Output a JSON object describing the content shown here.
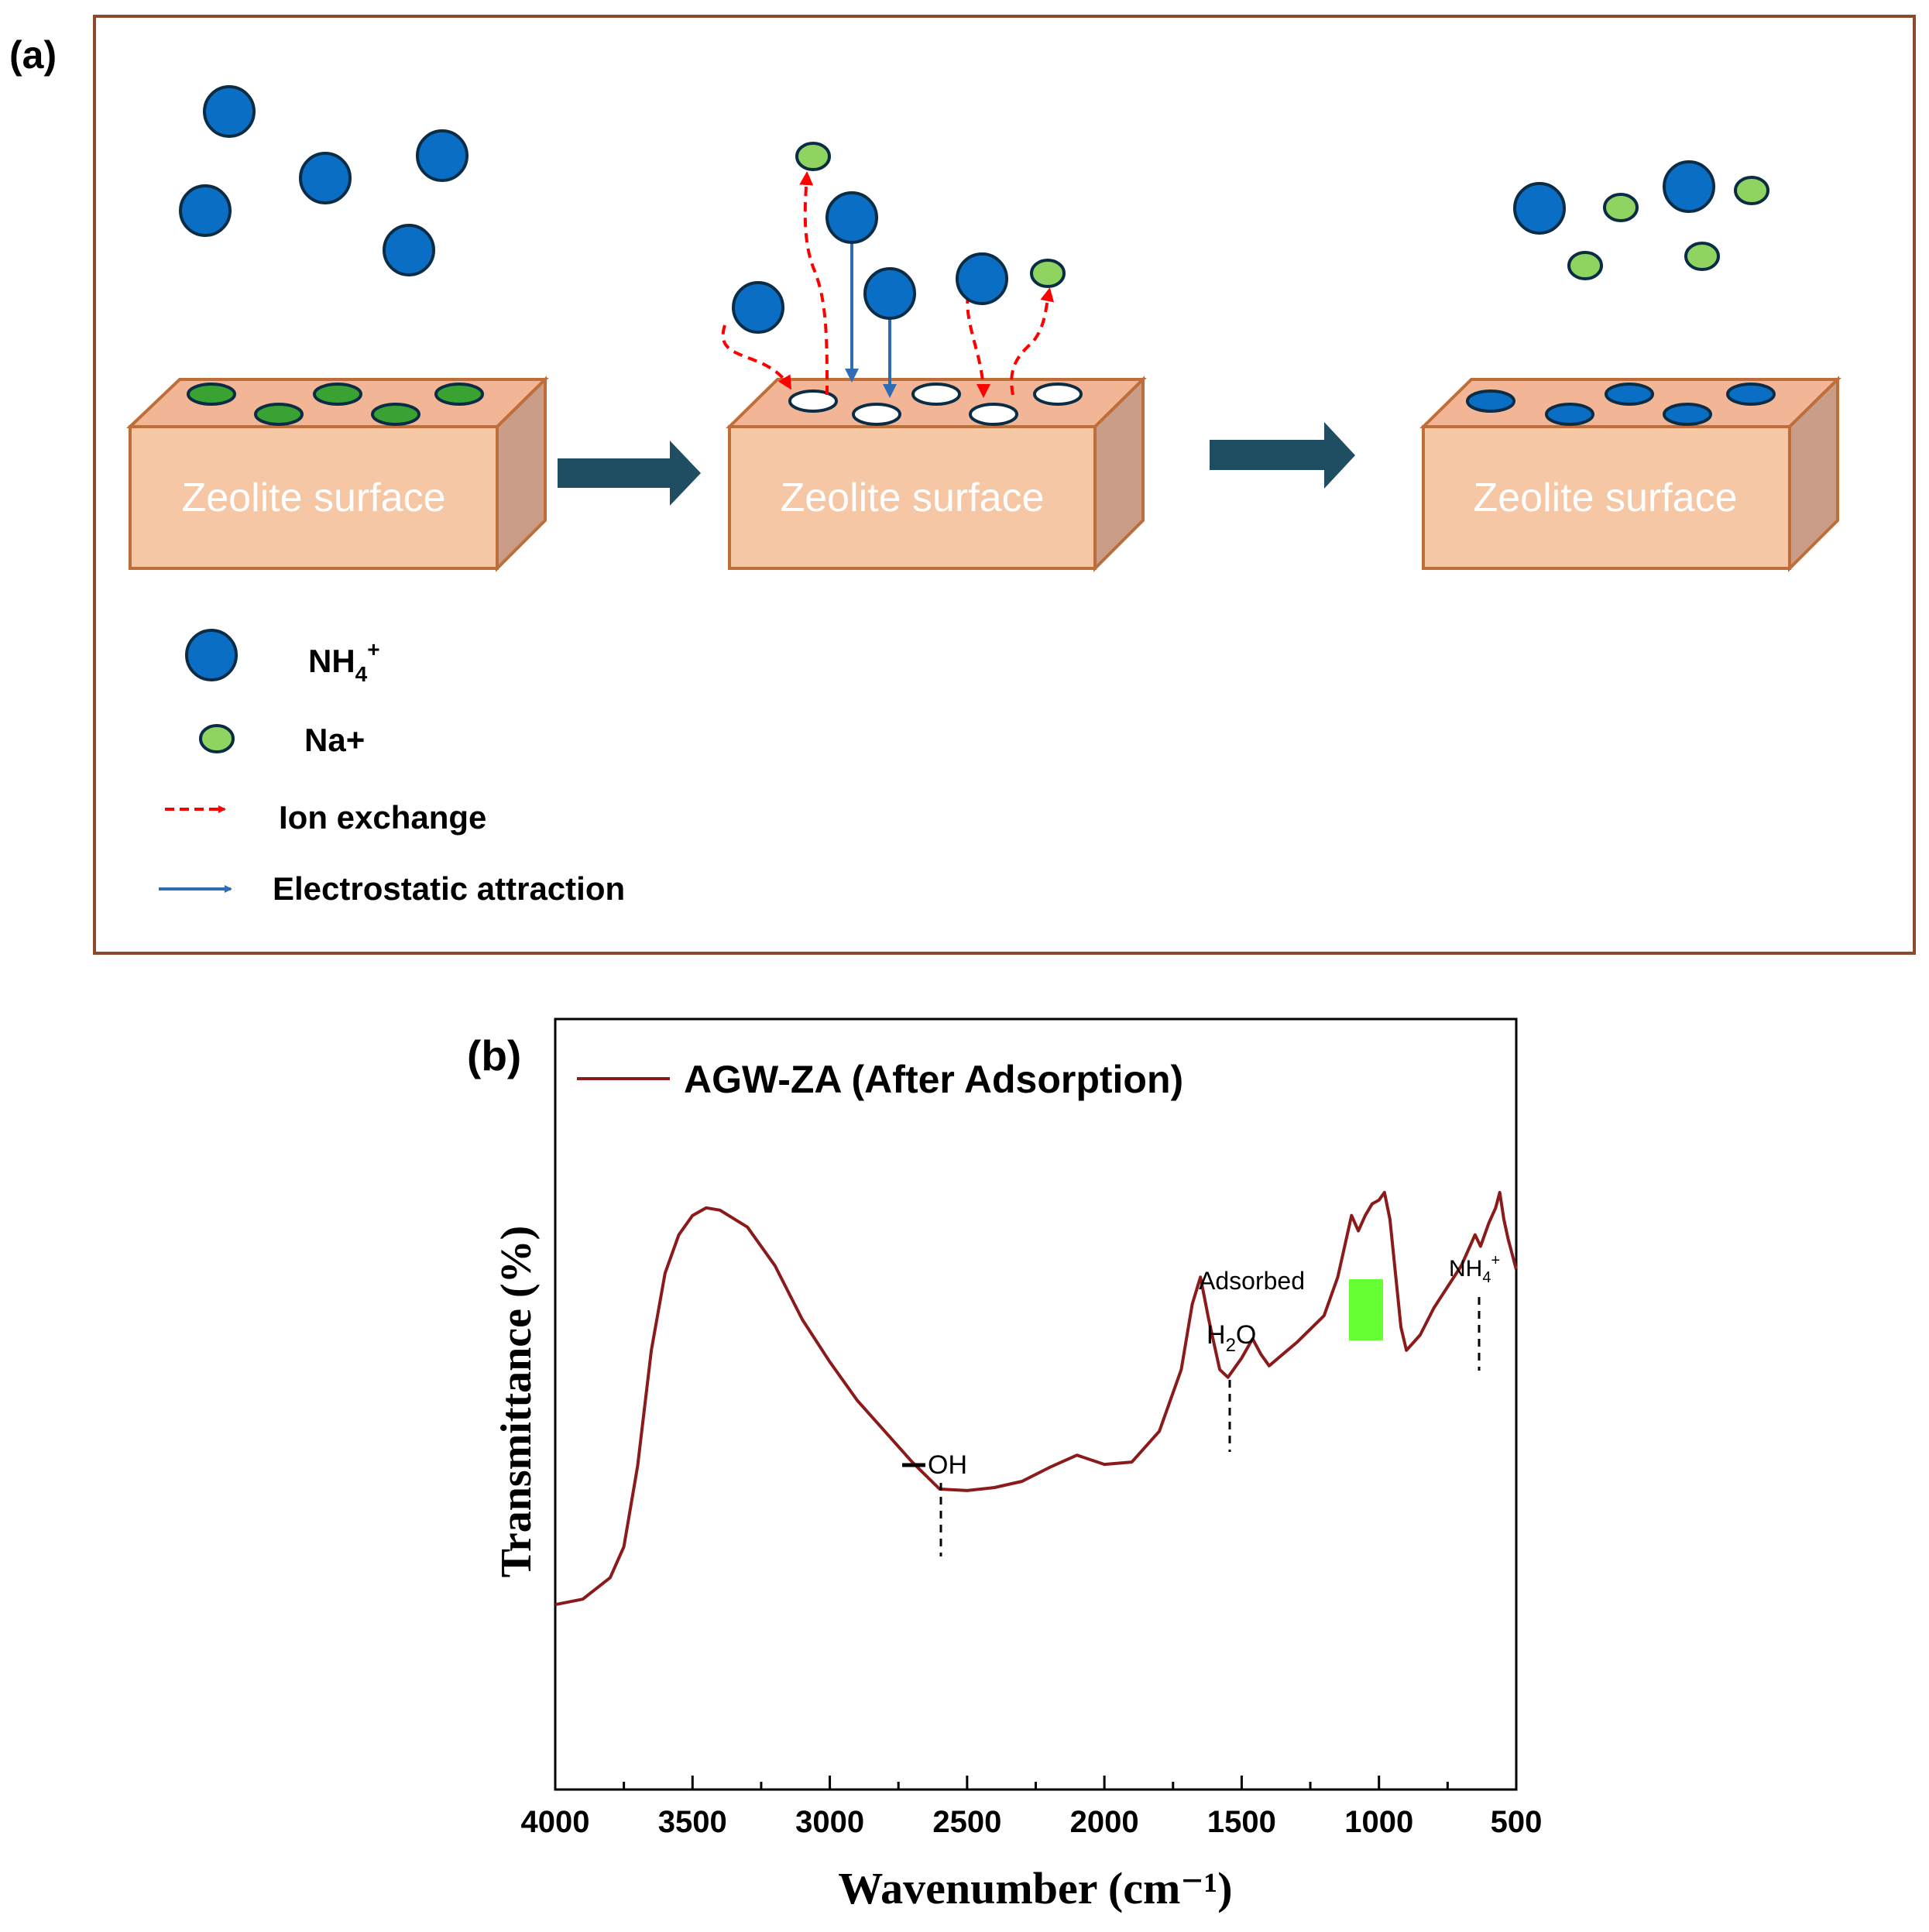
{
  "panel_a": {
    "label": "(a)",
    "surface_label": "Zeolite surface",
    "legend": {
      "nh4_main": "NH",
      "nh4_sub": "4",
      "nh4_sup": "+",
      "na": "Na+",
      "ion_exchange": "Ion exchange",
      "electrostatic": "Electrostatic attraction"
    },
    "colors": {
      "nh4_fill": "#0a6ec4",
      "na_fill": "#8fd460",
      "site_na_fill": "#3aa233",
      "block_front": "#f5c7a5",
      "block_top": "#f2b696",
      "block_side": "#c99d87",
      "block_stroke": "#bf6e3a",
      "frame": "#8b4a2b",
      "ion_exchange_arrow": "#ff0000",
      "electrostatic_arrow": "#2e6db4",
      "step_arrow": "#1f4e63"
    }
  },
  "panel_b": {
    "label": "(b)",
    "legend_label": "AGW-ZA (After Adsorption)",
    "annotations": {
      "oh": "OH",
      "adsorbed": "Adsorbed",
      "h2o_h": "H",
      "h2o_sub": "2",
      "h2o_o": "O",
      "nh4_main": "NH",
      "nh4_sub": "4",
      "nh4_sup": "+"
    },
    "highlight_color": "#66ff33"
  },
  "chart_data": {
    "type": "line",
    "title": "",
    "xlabel": "Wavenumber (cm⁻¹)",
    "ylabel": "Transmittance (%)",
    "xlim": [
      4000,
      500
    ],
    "x_reversed": true,
    "x_ticks": [
      4000,
      3500,
      3000,
      2500,
      2000,
      1500,
      1000,
      500
    ],
    "y_ticks_shown": false,
    "ylim": [
      0,
      100
    ],
    "legend_position": "top-left",
    "grid": false,
    "series": [
      {
        "name": "AGW-ZA (After Adsorption)",
        "color": "#8b1a1a",
        "points": [
          [
            4000,
            24.0
          ],
          [
            3900,
            24.7
          ],
          [
            3800,
            27.5
          ],
          [
            3750,
            31.5
          ],
          [
            3700,
            42.0
          ],
          [
            3650,
            57.0
          ],
          [
            3600,
            67.0
          ],
          [
            3550,
            72.0
          ],
          [
            3500,
            74.5
          ],
          [
            3450,
            75.5
          ],
          [
            3400,
            75.2
          ],
          [
            3300,
            73.0
          ],
          [
            3200,
            68.0
          ],
          [
            3100,
            61.0
          ],
          [
            3000,
            55.5
          ],
          [
            2900,
            50.5
          ],
          [
            2800,
            46.5
          ],
          [
            2700,
            42.5
          ],
          [
            2600,
            39.0
          ],
          [
            2500,
            38.8
          ],
          [
            2400,
            39.2
          ],
          [
            2300,
            40.0
          ],
          [
            2200,
            41.8
          ],
          [
            2100,
            43.4
          ],
          [
            2000,
            42.2
          ],
          [
            1900,
            42.5
          ],
          [
            1800,
            46.5
          ],
          [
            1720,
            54.5
          ],
          [
            1680,
            63.0
          ],
          [
            1650,
            66.5
          ],
          [
            1620,
            61.0
          ],
          [
            1580,
            54.5
          ],
          [
            1550,
            53.5
          ],
          [
            1500,
            56.0
          ],
          [
            1460,
            58.5
          ],
          [
            1430,
            56.5
          ],
          [
            1400,
            55.0
          ],
          [
            1350,
            56.5
          ],
          [
            1300,
            58.0
          ],
          [
            1200,
            61.5
          ],
          [
            1150,
            66.5
          ],
          [
            1100,
            74.5
          ],
          [
            1075,
            72.5
          ],
          [
            1050,
            74.5
          ],
          [
            1025,
            76.0
          ],
          [
            1000,
            76.5
          ],
          [
            980,
            77.5
          ],
          [
            960,
            74.0
          ],
          [
            940,
            67.0
          ],
          [
            920,
            60.0
          ],
          [
            900,
            57.0
          ],
          [
            850,
            59.0
          ],
          [
            800,
            62.5
          ],
          [
            700,
            68.0
          ],
          [
            650,
            72.0
          ],
          [
            630,
            70.5
          ],
          [
            600,
            73.5
          ],
          [
            575,
            75.5
          ],
          [
            560,
            77.5
          ],
          [
            545,
            74.0
          ],
          [
            530,
            71.5
          ],
          [
            515,
            69.5
          ],
          [
            500,
            67.5
          ]
        ]
      }
    ]
  }
}
